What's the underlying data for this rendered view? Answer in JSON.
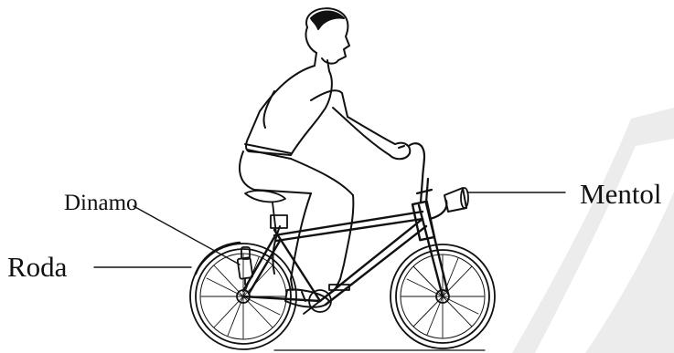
{
  "labels": {
    "dinamo": "Dinamo",
    "roda": "Roda",
    "mentol": "Mentol"
  },
  "colors": {
    "ink": "#111111",
    "watermark": "#ececec",
    "background": "#ffffff"
  },
  "illustration": {
    "subject": "man-riding-bicycle-with-dynamo-and-lamp"
  }
}
